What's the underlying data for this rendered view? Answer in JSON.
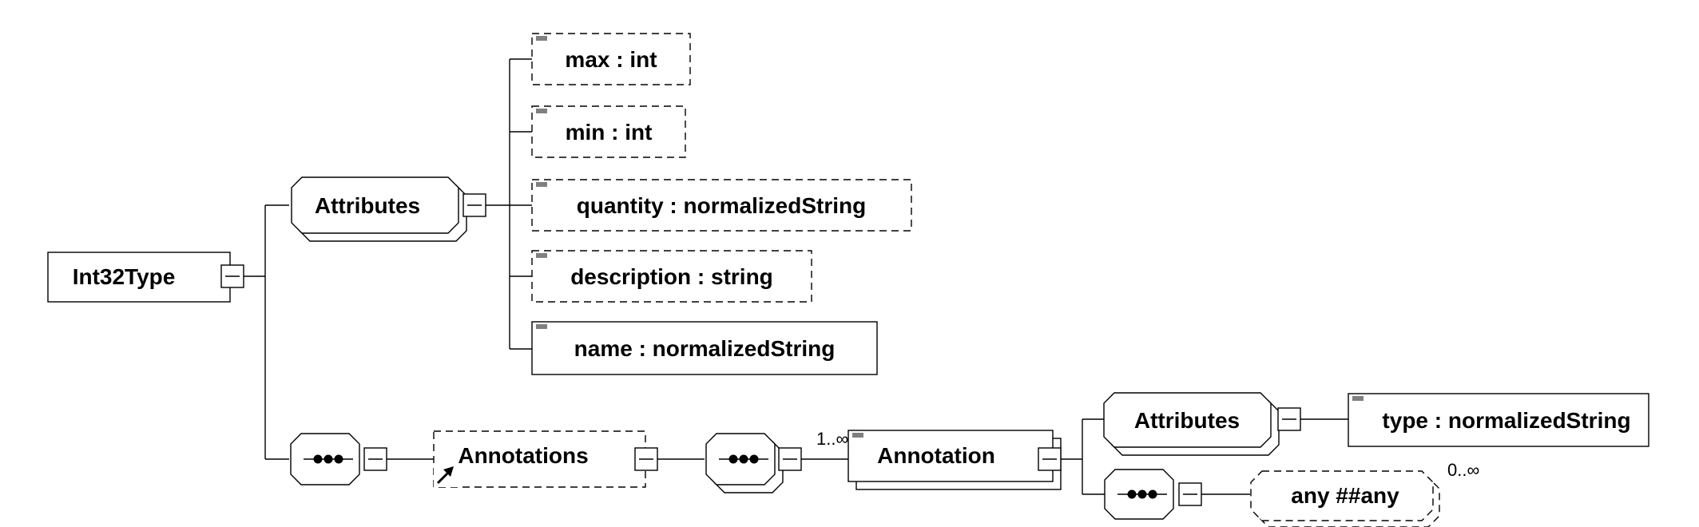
{
  "nodes": {
    "root": "Int32Type",
    "attributes_group": "Attributes",
    "attr_max": "max : int",
    "attr_min": "min : int",
    "attr_quantity": "quantity : normalizedString",
    "attr_description": "description : string",
    "attr_name": "name : normalizedString",
    "annotations": "Annotations",
    "annotation": "Annotation",
    "annotation_attributes_group": "Attributes",
    "attr_type": "type : normalizedString",
    "any": "any  ##any"
  },
  "occurrences": {
    "annotation": "1..∞",
    "any": "0..∞"
  },
  "colors": {
    "line": "#000000",
    "background": "#ffffff",
    "attribute_tab": "#808080"
  }
}
